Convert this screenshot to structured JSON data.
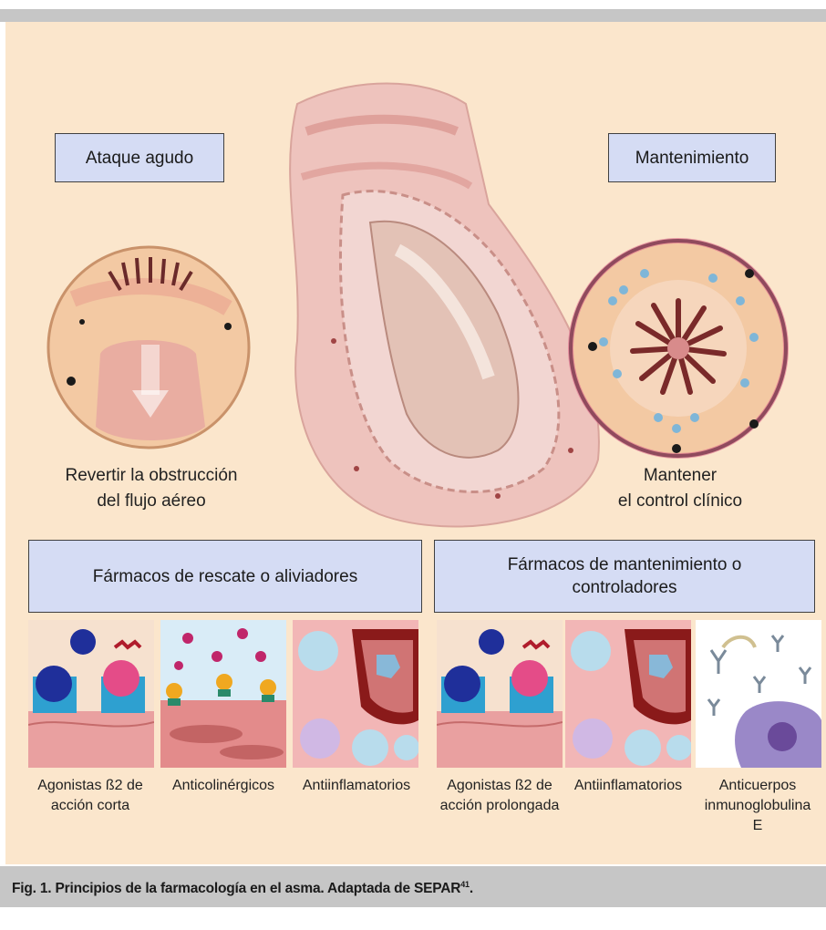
{
  "top_boxes": {
    "left": "Ataque agudo",
    "right": "Mantenimiento"
  },
  "circle_captions": {
    "left_line1": "Revertir la obstrucción",
    "left_line2": "del flujo aéreo",
    "right_line1": "Mantener",
    "right_line2": "el control clínico"
  },
  "groups": {
    "rescue_title": "Fármacos de rescate o aliviadores",
    "maintenance_title": "Fármacos de mantenimiento o controladores"
  },
  "drugs": [
    {
      "label": "Agonistas ß2 de acción corta"
    },
    {
      "label": "Anticolinérgicos"
    },
    {
      "label": "Antiinflamatorios"
    },
    {
      "label": "Agonistas ß2 de acción prolongada"
    },
    {
      "label": "Antiinflamatorios"
    },
    {
      "label": "Anticuerpos inmunoglobulina E"
    }
  ],
  "caption": {
    "text": "Fig. 1. Principios de la farmacología en el asma. Adaptada de SEPAR",
    "ref": "41",
    "end": "."
  },
  "colors": {
    "panel_bg": "#fbe6cc",
    "box_fill": "#d5dcf4",
    "caption_bar": "#c6c6c6"
  }
}
